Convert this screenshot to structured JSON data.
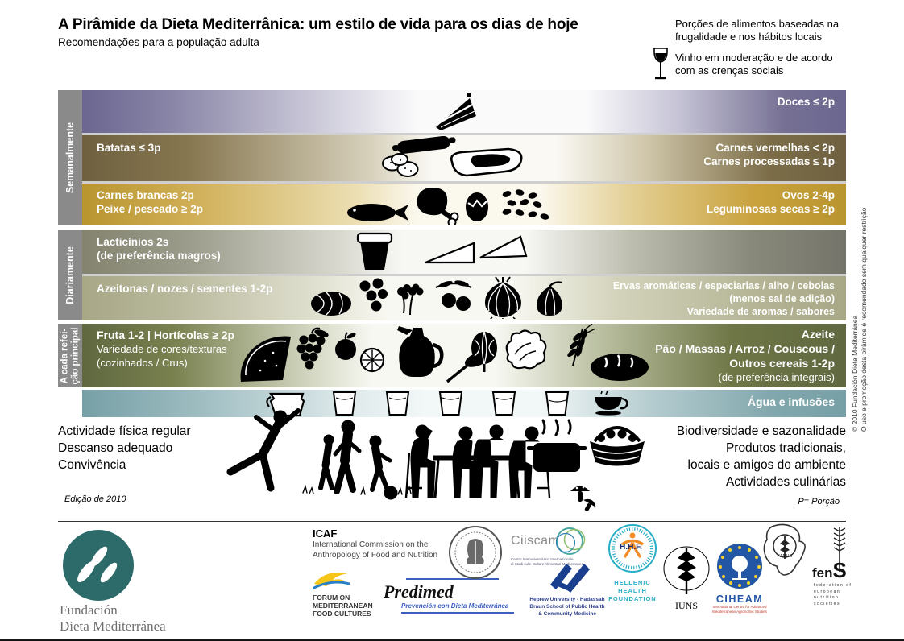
{
  "header": {
    "title": "A Pirâmide da Dieta Mediterrânica: um estilo de vida para os dias de hoje",
    "subtitle": "Recomendações para a população adulta",
    "note_portions_line1": "Porções de alimentos baseadas na",
    "note_portions_line2": "frugalidade e nos hábitos locais",
    "note_wine_line1": "Vinho em moderação e de acordo",
    "note_wine_line2": "com as crenças sociais"
  },
  "pyramid": {
    "sections": [
      {
        "label": "Semanalmente"
      },
      {
        "label": "Diariamente"
      },
      {
        "label_line1": "A cada refei-",
        "label_line2": "ção principal"
      }
    ],
    "bands": [
      {
        "name": "doces",
        "right_lines": [
          "Doces ≤ 2p"
        ]
      },
      {
        "name": "carnes",
        "left_lines": [
          "Batatas ≤ 3p"
        ],
        "right_lines": [
          "Carnes vermelhas < 2p",
          "Carnes processadas ≤ 1p"
        ]
      },
      {
        "name": "ovos",
        "left_lines": [
          "Carnes brancas 2p",
          "Peixe / pescado ≥ 2p"
        ],
        "right_lines": [
          "Ovos 2-4p",
          "Leguminosas secas ≥ 2p"
        ]
      },
      {
        "name": "lacticinios",
        "left_lines": [
          "Lacticínios 2s",
          "(de preferência magros)"
        ]
      },
      {
        "name": "azeitonas",
        "left_lines": [
          "Azeitonas / nozes / sementes 1-2p"
        ],
        "right_lines": [
          "Ervas aromáticas / especiarias / alho / cebolas",
          "(menos sal de adição)",
          "Variedade de aromas / sabores"
        ]
      },
      {
        "name": "fruta",
        "left_lines": [
          "Fruta 1-2 | Hortícolas ≥ 2p",
          "Variedade de cores/texturas",
          "(cozinhados / Crus)"
        ],
        "right_lines": [
          "Azeite",
          "Pão / Massas / Arroz / Couscous /",
          "Outros cereais 1-2p",
          "(de preferência integrais)"
        ]
      },
      {
        "name": "agua",
        "right_lines": [
          "Água e infusões"
        ]
      }
    ],
    "icons": {
      "band1": [
        "cake-slice"
      ],
      "band2": [
        "sausage",
        "potatoes",
        "steak"
      ],
      "band3": [
        "fish",
        "chicken-leg",
        "egg",
        "beans"
      ],
      "band4": [
        "yogurt",
        "cheese-wedge",
        "cheese-wedge"
      ],
      "band5": [
        "melon",
        "hazelnuts",
        "parsley",
        "olives",
        "onion",
        "garlic"
      ],
      "band6": [
        "watermelon",
        "grapes",
        "apple",
        "orange-slice",
        "olive-oil-jug",
        "chard",
        "artichoke",
        "lettuce",
        "wheat",
        "bread"
      ],
      "band7": [
        "pitcher",
        "water-glasses",
        "herbal-tea-cup"
      ]
    }
  },
  "side_note": {
    "line1": "© 2010 Fundación Dieta Mediterránea",
    "line2": "O uso e promoção desta pirâmide é recomendado sem qualquer restrição"
  },
  "lifestyle": {
    "left_lines": [
      "Actividade física regular",
      "Descanso adequado",
      "Convivência"
    ],
    "right_lines": [
      "Biodiversidade e sazonalidade",
      "Produtos tradicionais,",
      "locais e amigos do ambiente",
      "Actividades culinárias"
    ],
    "edition": "Edição de 2010",
    "portion_note": "P= Porção",
    "icons": [
      "exercising-person",
      "family-playing",
      "people-at-table",
      "cooking-pot",
      "food-basket",
      "mushrooms"
    ]
  },
  "footer": {
    "fdm": {
      "line1": "Fundación",
      "line2": "Dieta Mediterránea"
    },
    "icaf": {
      "title": "ICAF",
      "line1": "International Commission on the",
      "line2": "Anthropology of Food and Nutrition"
    },
    "forum": {
      "line1": "FORUM ON",
      "line2": "MEDITERRANEAN",
      "line3": "FOOD CULTURES"
    },
    "predimed": {
      "title": "Predimed",
      "subtitle": "Prevención con Dieta Mediterránea"
    },
    "ciiscam": {
      "title": "Ciiscam",
      "caption1": "Centro Interuniversitario Internazionale",
      "caption2": "di Studi sulle Culture Alimentari Mediterranee"
    },
    "hebrew": {
      "line1": "Hebrew University - Hadassah",
      "line2": "Braun School of Public Health",
      "line3": "& Community Medicine"
    },
    "hhf": {
      "abbr": "H.H.F.",
      "line1": "HELLENIC",
      "line2": "HEALTH",
      "line3": "FOUNDATION"
    },
    "iuns": {
      "title": "IUNS"
    },
    "ciheam": {
      "title": "CIHEAM",
      "caption1": "International Centre for Advanced",
      "caption2": "Mediterranean Agronomic Studies"
    },
    "fanus": {
      "title": "FANUS"
    },
    "fens": {
      "prefix": "fen",
      "s": "S",
      "line1": "federation of",
      "line2": "european",
      "line3": "nutrition",
      "line4": "societies"
    }
  },
  "colors": {
    "band_doces": "#6b6690",
    "band_carnes": "#6f6040",
    "band_ovos": "#c09a36",
    "band_lacticinios": "#74746a",
    "band_azeitonas": "#a8a887",
    "band_fruta": "#5f683f",
    "band_agua": "#76a0a6",
    "sidebar_gray": "#8a8a8a",
    "fdm_teal": "#2d6b6b",
    "hhf_teal": "#29aec6",
    "ciheam_blue": "#2356a5",
    "predimed_blue": "#3a5fbf",
    "forum_yellow": "#f5c518"
  }
}
